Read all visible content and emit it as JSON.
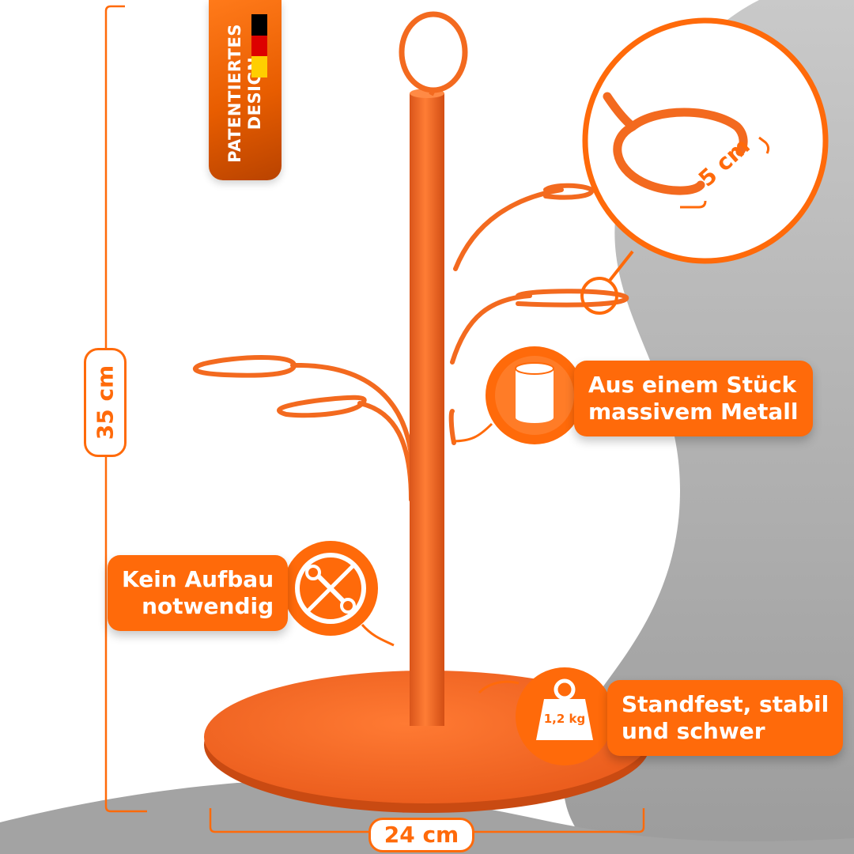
{
  "badge": {
    "line1": "PATENTIERTES",
    "line2": "DESIGN"
  },
  "flag_colors": [
    "#000000",
    "#dd0000",
    "#ffce00"
  ],
  "colors": {
    "accent": "#ff6a0a",
    "product": "#f36a1f",
    "background_gray": "#a9a9a9"
  },
  "dimensions": {
    "height": "35 cm",
    "width": "24 cm",
    "ring_diameter": "5 cm"
  },
  "features": {
    "material": {
      "line1": "Aus einem Stück",
      "line2": "massivem Metall",
      "icon": "cylinder-icon"
    },
    "assembly": {
      "line1": "Kein Aufbau",
      "line2": "notwendig",
      "icon": "no-tools-icon"
    },
    "stability": {
      "line1": "Standfest, stabil",
      "line2": "und schwer",
      "icon": "weight-icon",
      "weight_label": "1,2 kg"
    }
  }
}
